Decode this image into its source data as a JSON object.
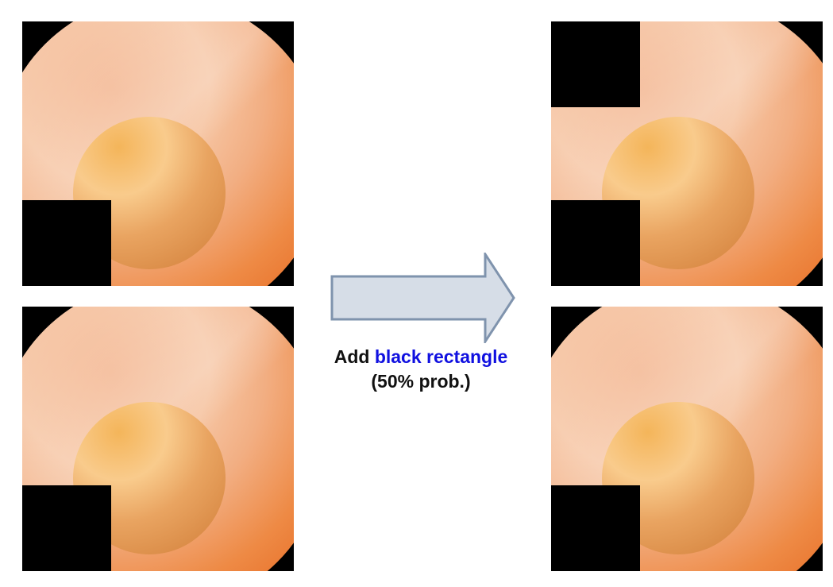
{
  "caption": {
    "prefix": "Add",
    "highlight": "black rectangle",
    "probability": "(50% prob.)"
  },
  "colors": {
    "highlight": "#1010e0",
    "arrow_fill": "#d6dde7",
    "arrow_stroke": "#7f93ad",
    "outer_disc": "#f1a677",
    "inner_disc": "#f3b45f",
    "mask": "#000000"
  },
  "panels": {
    "input_top": "tile with one black rectangle (bottom-left)",
    "input_bottom": "tile with one black rectangle (bottom-left)",
    "output_top": "tile with two black rectangles (top-left and bottom-left)",
    "output_bottom": "tile with one black rectangle (bottom-left)"
  },
  "arrow_icon": "right-arrow-icon"
}
